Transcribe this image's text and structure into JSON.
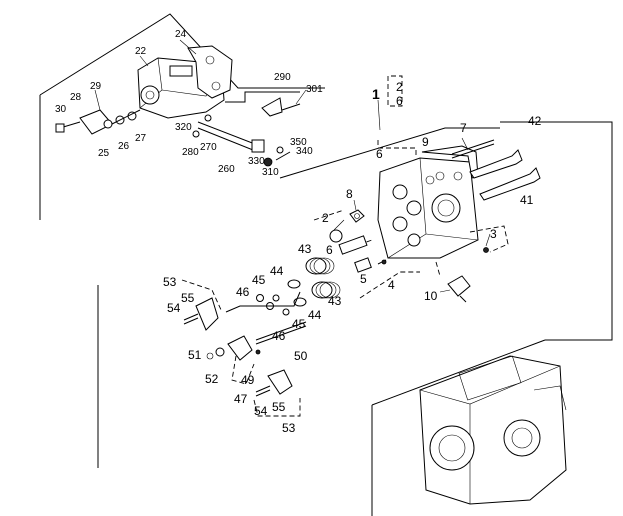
{
  "labels": {
    "l1": "1",
    "l2_box": "2",
    "l6_box": "6",
    "l2": "2",
    "l3": "3",
    "l4": "4",
    "l5": "5",
    "l6a": "6",
    "l6b": "6",
    "l8": "8",
    "l9": "9",
    "l7": "7",
    "l10": "10",
    "l22": "22",
    "l24": "24",
    "l25": "25",
    "l26": "26",
    "l27": "27",
    "l28": "28",
    "l29": "29",
    "l30": "30",
    "l260": "260",
    "l270": "270",
    "l280": "280",
    "l290": "290",
    "l301": "301",
    "l310": "310",
    "l320": "320",
    "l330": "330",
    "l340": "340",
    "l350": "350",
    "l41": "41",
    "l42": "42",
    "l43a": "43",
    "l43b": "43",
    "l44a": "44",
    "l44b": "44",
    "l45a": "45",
    "l45b": "45",
    "l46a": "46",
    "l46b": "46",
    "l47": "47",
    "l49": "49",
    "l50": "50",
    "l51": "51",
    "l52": "52",
    "l53a": "53",
    "l53b": "53",
    "l54a": "54",
    "l54b": "54",
    "l55a": "55",
    "l55b": "55"
  }
}
